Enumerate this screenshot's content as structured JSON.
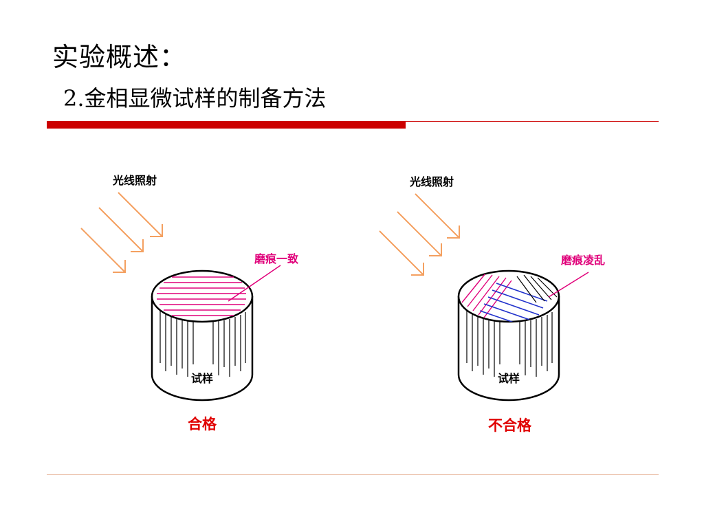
{
  "slide": {
    "title": "实验概述：",
    "subtitle": "2.金相显微试样的制备方法"
  },
  "colors": {
    "accent_bar": "#cc0000",
    "arrow": "#f4a060",
    "pink_annotation": "#e0007a",
    "blue_scratch": "#2233cc",
    "verdict_red": "#e00000",
    "footer_line": "#e8b8a0"
  },
  "diagrams": [
    {
      "light_label": "光线照射",
      "surface_label": "磨痕一致",
      "specimen_label": "试样",
      "verdict": "合格"
    },
    {
      "light_label": "光线照射",
      "surface_label": "磨痕凌乱",
      "specimen_label": "试样",
      "verdict": "不合格"
    }
  ]
}
